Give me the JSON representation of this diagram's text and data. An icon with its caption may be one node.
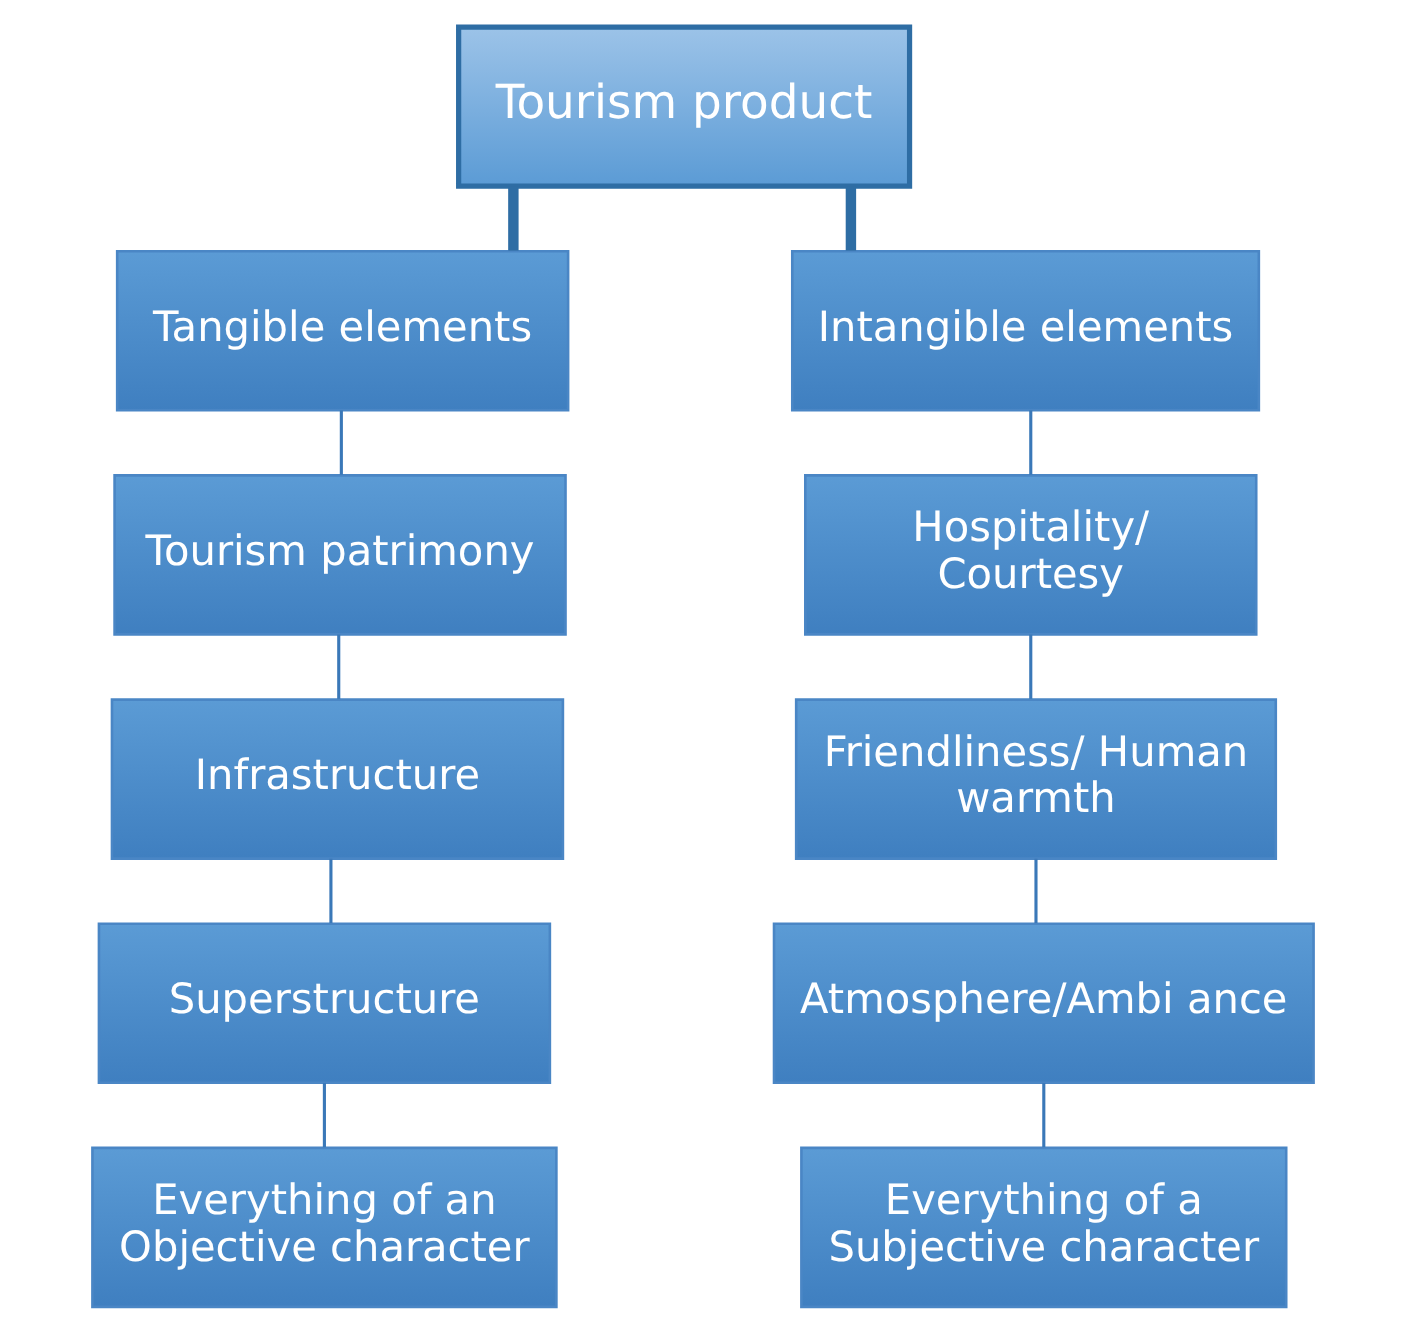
{
  "diagram": {
    "nodes": [
      {
        "text": [
          "Tourism product"
        ]
      },
      {
        "text": [
          "Tangible elements"
        ]
      },
      {
        "text": [
          "Tourism patrimony"
        ]
      },
      {
        "text": [
          "Infrastructure"
        ]
      },
      {
        "text": [
          "Superstructure"
        ]
      },
      {
        "text": [
          "Everything of an Objective character"
        ]
      },
      {
        "text": [
          "Intangible elements"
        ]
      },
      {
        "text": [
          "Hospitality/ Courtesy"
        ]
      },
      {
        "text": [
          "Friendliness/ Human warmth"
        ]
      },
      {
        "text": [
          "Atmosphere/Ambi ance"
        ]
      },
      {
        "text": [
          "Everything of a Subjective character"
        ]
      }
    ],
    "edges": [
      {
        "from": 0,
        "to": 1,
        "arrow": "none",
        "style": "thick"
      },
      {
        "from": 0,
        "to": 6,
        "arrow": "none",
        "style": "thick"
      },
      {
        "from": 1,
        "to": 2,
        "arrow": "none"
      },
      {
        "from": 2,
        "to": 3,
        "arrow": "none"
      },
      {
        "from": 3,
        "to": 4,
        "arrow": "none"
      },
      {
        "from": 4,
        "to": 5,
        "arrow": "none"
      },
      {
        "from": 6,
        "to": 7,
        "arrow": "none"
      },
      {
        "from": 7,
        "to": 8,
        "arrow": "none"
      },
      {
        "from": 8,
        "to": 9,
        "arrow": "none"
      },
      {
        "from": 9,
        "to": 10,
        "arrow": "none"
      }
    ]
  }
}
